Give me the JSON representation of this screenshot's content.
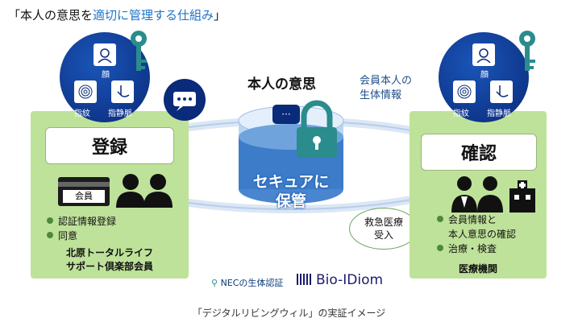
{
  "title": {
    "prefix": "「本人の意思を",
    "highlight": "適切に管理する仕組み",
    "suffix": "」"
  },
  "left_panel": {
    "register_label": "登録",
    "card_label": "会員",
    "items": [
      "認証情報登録",
      "同意"
    ],
    "org_line1": "北原トータルライフ",
    "org_line2": "サポート倶楽部会員"
  },
  "biometrics": {
    "face": "顔",
    "fingerprint": "指紋",
    "vein": "指静脈"
  },
  "center": {
    "title": "本人の意思",
    "member_info_line1": "会員本人の",
    "member_info_line2": "生体情報",
    "secure_line1": "セキュアに",
    "secure_line2": "保管",
    "emergency": "救急医療\n受入"
  },
  "right_panel": {
    "confirm_label": "確認",
    "items": [
      "会員情報と",
      "本人意思の確認",
      "治療・検査"
    ],
    "org": "医療機関"
  },
  "footer": {
    "nec": "NECの生体認証",
    "bio": "Bio-IDiom"
  },
  "caption": "「デジタルリビングウィル」の実証イメージ",
  "colors": {
    "panel_green": "#bfe29a",
    "navy": "#0a2a7a",
    "teal": "#2a8c8c",
    "highlight_blue": "#1e74c9"
  }
}
